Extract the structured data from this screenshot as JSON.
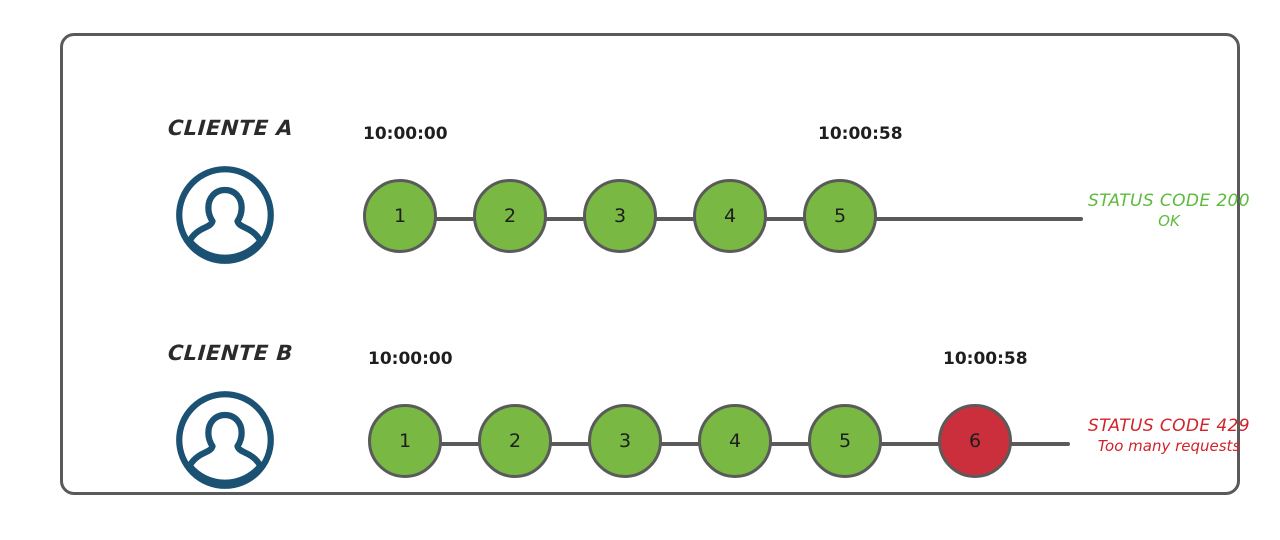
{
  "diagram": {
    "title": "Rate limiting sequence comparison",
    "colors": {
      "frame_border": "#5a5a5a",
      "node_ok": "#78b843",
      "node_error": "#cc2f3c",
      "node_stroke": "#5a5a5a",
      "avatar": "#1b5173",
      "status_ok_text": "#5cbb3c",
      "status_error_text": "#d2232a",
      "background": "#ffffff"
    },
    "rows": [
      {
        "id": "client-a",
        "label": "CLIENTE A",
        "avatar_icon": "user-avatar-icon",
        "start_time": "10:00:00",
        "end_time": "10:00:58",
        "requests": [
          {
            "n": "1",
            "state": "ok"
          },
          {
            "n": "2",
            "state": "ok"
          },
          {
            "n": "3",
            "state": "ok"
          },
          {
            "n": "4",
            "state": "ok"
          },
          {
            "n": "5",
            "state": "ok"
          }
        ],
        "status": {
          "line1": "STATUS CODE 200",
          "line2": "OK",
          "state": "ok"
        }
      },
      {
        "id": "client-b",
        "label": "CLIENTE B",
        "avatar_icon": "user-avatar-icon",
        "start_time": "10:00:00",
        "end_time": "10:00:58",
        "requests": [
          {
            "n": "1",
            "state": "ok"
          },
          {
            "n": "2",
            "state": "ok"
          },
          {
            "n": "3",
            "state": "ok"
          },
          {
            "n": "4",
            "state": "ok"
          },
          {
            "n": "5",
            "state": "ok"
          },
          {
            "n": "6",
            "state": "error"
          }
        ],
        "status": {
          "line1": "STATUS CODE 429",
          "line2": "Too many requests",
          "state": "error"
        }
      }
    ]
  }
}
